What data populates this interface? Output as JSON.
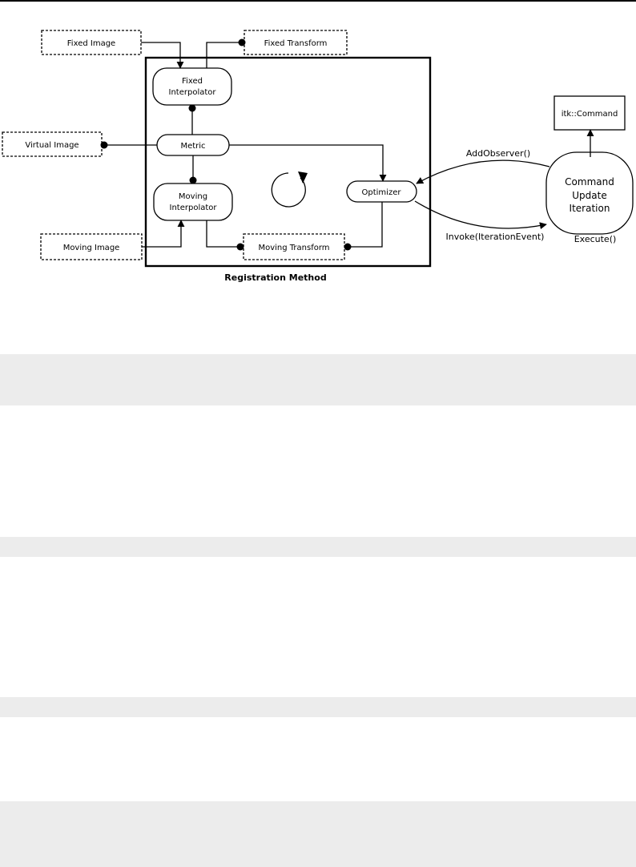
{
  "diagram": {
    "inputs": {
      "fixed_image": "Fixed Image",
      "fixed_transform": "Fixed Transform",
      "virtual_image": "Virtual Image",
      "moving_image": "Moving Image",
      "moving_transform": "Moving Transform"
    },
    "components": {
      "fixed_interpolator_line1": "Fixed",
      "fixed_interpolator_line2": "Interpolator",
      "metric": "Metric",
      "moving_interpolator_line1": "Moving",
      "moving_interpolator_line2": "Interpolator",
      "optimizer": "Optimizer"
    },
    "registration_method": "Registration Method",
    "command_class": "itk::Command",
    "command_line1": "Command",
    "command_line2": "Update",
    "command_line3": "Iteration",
    "add_observer": "AddObserver()",
    "invoke": "Invoke(IterationEvent)",
    "execute": "Execute()"
  }
}
